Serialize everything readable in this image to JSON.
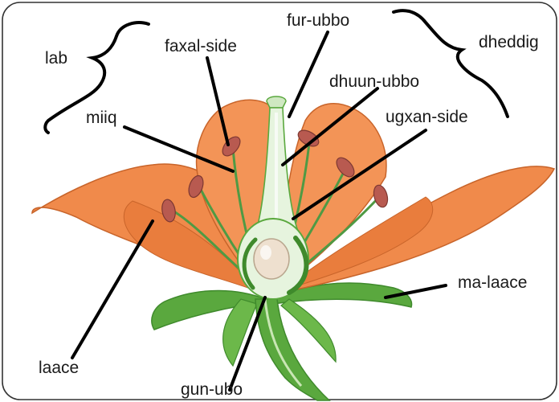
{
  "labels": {
    "lab": "lab",
    "faxal_side": "faxal-side",
    "fur_ubbo": "fur-ubbo",
    "dheddig": "dheddig",
    "dhuun_ubbo": "dhuun-ubbo",
    "miiq": "miiq",
    "ugxan_side": "ugxan-side",
    "ma_laace": "ma-laace",
    "laace": "laace",
    "gun_ubo": "gun-ubo"
  },
  "colors": {
    "petal": "#f08a4b",
    "petal_dark": "#d86a30",
    "sepal": "#5aa83e",
    "filament": "#4f9a44",
    "anther": "#b85a50",
    "pistil": "#dff0d6",
    "ovule": "#eee0cf",
    "leader_line": "#000000"
  }
}
